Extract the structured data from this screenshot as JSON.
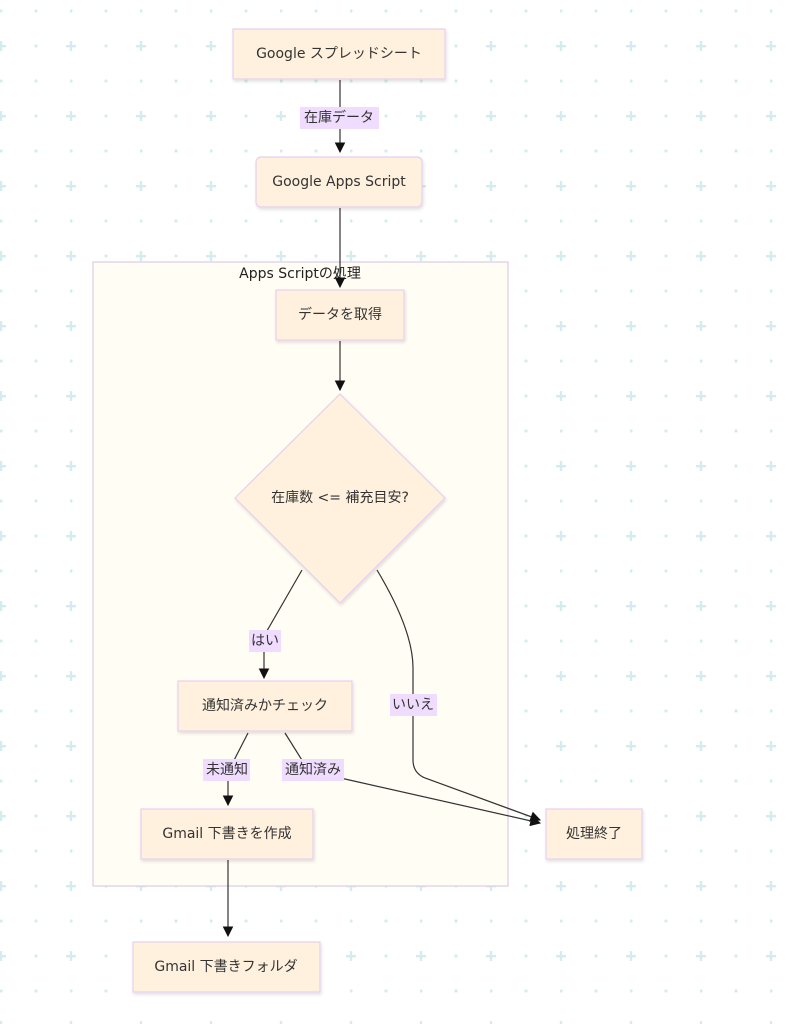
{
  "diagram": {
    "type": "flowchart",
    "cluster": {
      "title": "Apps Scriptの処理"
    },
    "nodes": {
      "sheet": {
        "label": "Google スプレッドシート",
        "shape": "rect"
      },
      "gas": {
        "label": "Google Apps Script",
        "shape": "rounded-rect"
      },
      "fetch": {
        "label": "データを取得",
        "shape": "rect"
      },
      "decision": {
        "label": "在庫数 <= 補充目安?",
        "shape": "diamond"
      },
      "check": {
        "label": "通知済みかチェック",
        "shape": "rect"
      },
      "draft": {
        "label": "Gmail 下書きを作成",
        "shape": "rect"
      },
      "end": {
        "label": "処理終了",
        "shape": "rect"
      },
      "folder": {
        "label": "Gmail 下書きフォルダ",
        "shape": "rect"
      }
    },
    "edges": [
      {
        "from": "sheet",
        "to": "gas",
        "label": "在庫データ"
      },
      {
        "from": "gas",
        "to": "fetch",
        "label": ""
      },
      {
        "from": "fetch",
        "to": "decision",
        "label": ""
      },
      {
        "from": "decision",
        "to": "check",
        "label": "はい"
      },
      {
        "from": "decision",
        "to": "end",
        "label": "いいえ"
      },
      {
        "from": "check",
        "to": "draft",
        "label": "未通知"
      },
      {
        "from": "check",
        "to": "end",
        "label": "通知済み"
      },
      {
        "from": "draft",
        "to": "folder",
        "label": ""
      }
    ],
    "colors": {
      "node_fill": "#fff1de",
      "node_border": "#e6d0ee",
      "cluster_fill": "#fffdf4",
      "edge_label_bg": "#f0dcff",
      "grid": "#d4ecf0"
    }
  }
}
